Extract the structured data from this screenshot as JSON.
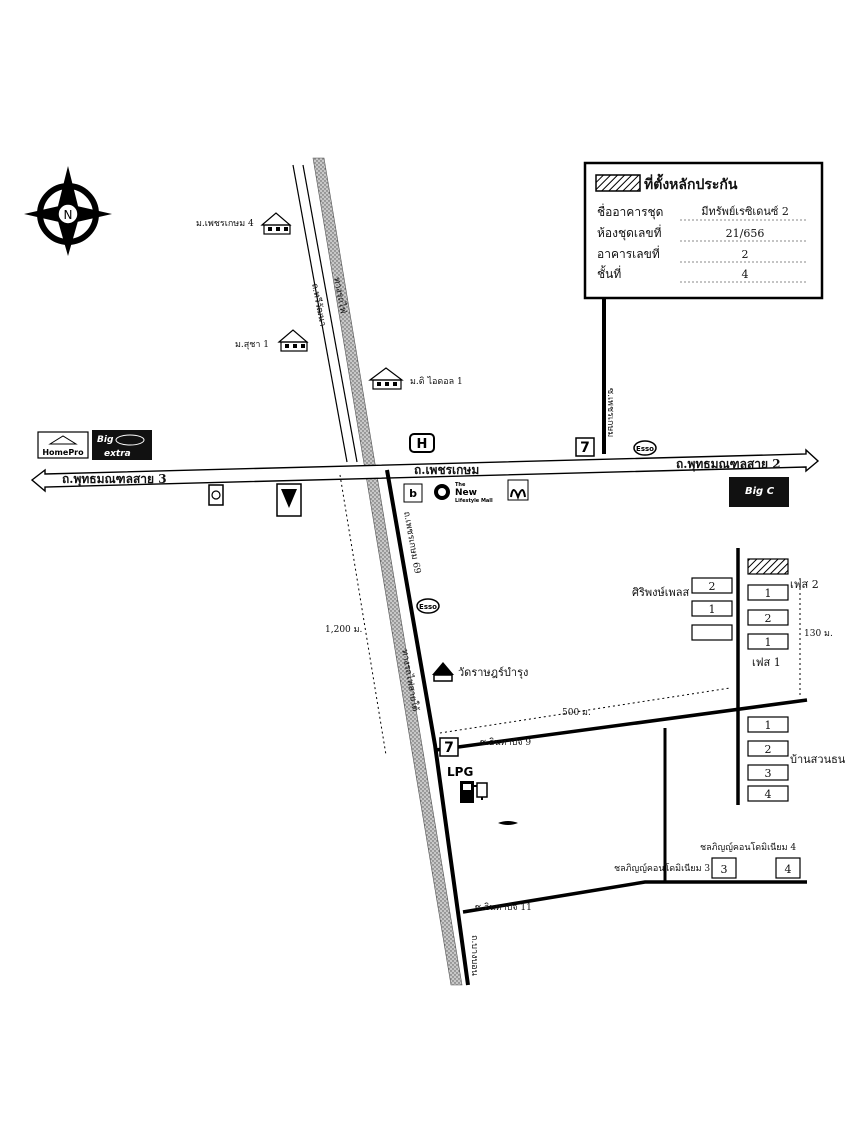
{
  "compass": {
    "north_label": "N",
    "icon": "compass-north-icon"
  },
  "legend": {
    "title": "ที่ตั้งหลักประกัน",
    "rows": [
      {
        "key": "ชื่ออาคารชุด",
        "value": "มีทรัพย์เรซิเดนซ์ 2"
      },
      {
        "key": "ห้องชุดเลขที่",
        "value": "21/656"
      },
      {
        "key": "อาคารเลขที่",
        "value": "2"
      },
      {
        "key": "ชั้นที่",
        "value": "4"
      }
    ]
  },
  "roads": {
    "main_center": "ถ.เพชรเกษม",
    "main_left": "ถ.พุทธมณฑลสาย 3",
    "main_right": "ถ.พุทธมณฑลสาย 2",
    "north_road": "ถ.ทวีวัฒนา",
    "railway_north": "ทางรถไฟ",
    "south_road": "ถ.เพชรเกษม 69",
    "railway_south": "ทางรถไฟสายใต้",
    "alley_9": "ซ.อินทาปัจ 9",
    "alley_11": "ซ.อินทาปัจ 11",
    "side_road_right": "ซ.เพชรเกษม",
    "bottom_road": "ถ.บางบอน"
  },
  "places": {
    "village_1": "ม.เพชรเกษม 4",
    "village_2": "ม.สุชา 1",
    "village_3": "ม.ดิ ไอดอล 1",
    "temple": "วัดราษฎร์บำรุง",
    "siriphong": "ศิริพงษ์เพลส",
    "phase1": "เฟส 1",
    "phase2": "เฟส 2",
    "ban_suan": "บ้านสวนธน",
    "condo3": "ชลภิญญ์คอนโดมิเนียม 3",
    "condo4": "ชลภิญญ์คอนโดมิเนียม 4"
  },
  "distances": {
    "d1200": "1,200 ม.",
    "d500": "500 ม.",
    "d130": "130 ม."
  },
  "brands": {
    "homepro": "HomePro",
    "bigc_extra_top": "Big",
    "bigc_extra_bottom": "extra",
    "bigc_right": "Big C",
    "thenew_1": "The",
    "thenew_2": "New",
    "thenew_3": "Lifestyle Mall",
    "esso": "Esso",
    "lpg": "LPG",
    "seven": "7"
  },
  "siriphong_buildings": [
    "2",
    "1",
    ""
  ],
  "phase_buildings": [
    "1",
    "2",
    "1"
  ],
  "bansuan_buildings": [
    "1",
    "2",
    "3",
    "4"
  ],
  "condo_numbers": {
    "c3": "3",
    "c4": "4"
  }
}
